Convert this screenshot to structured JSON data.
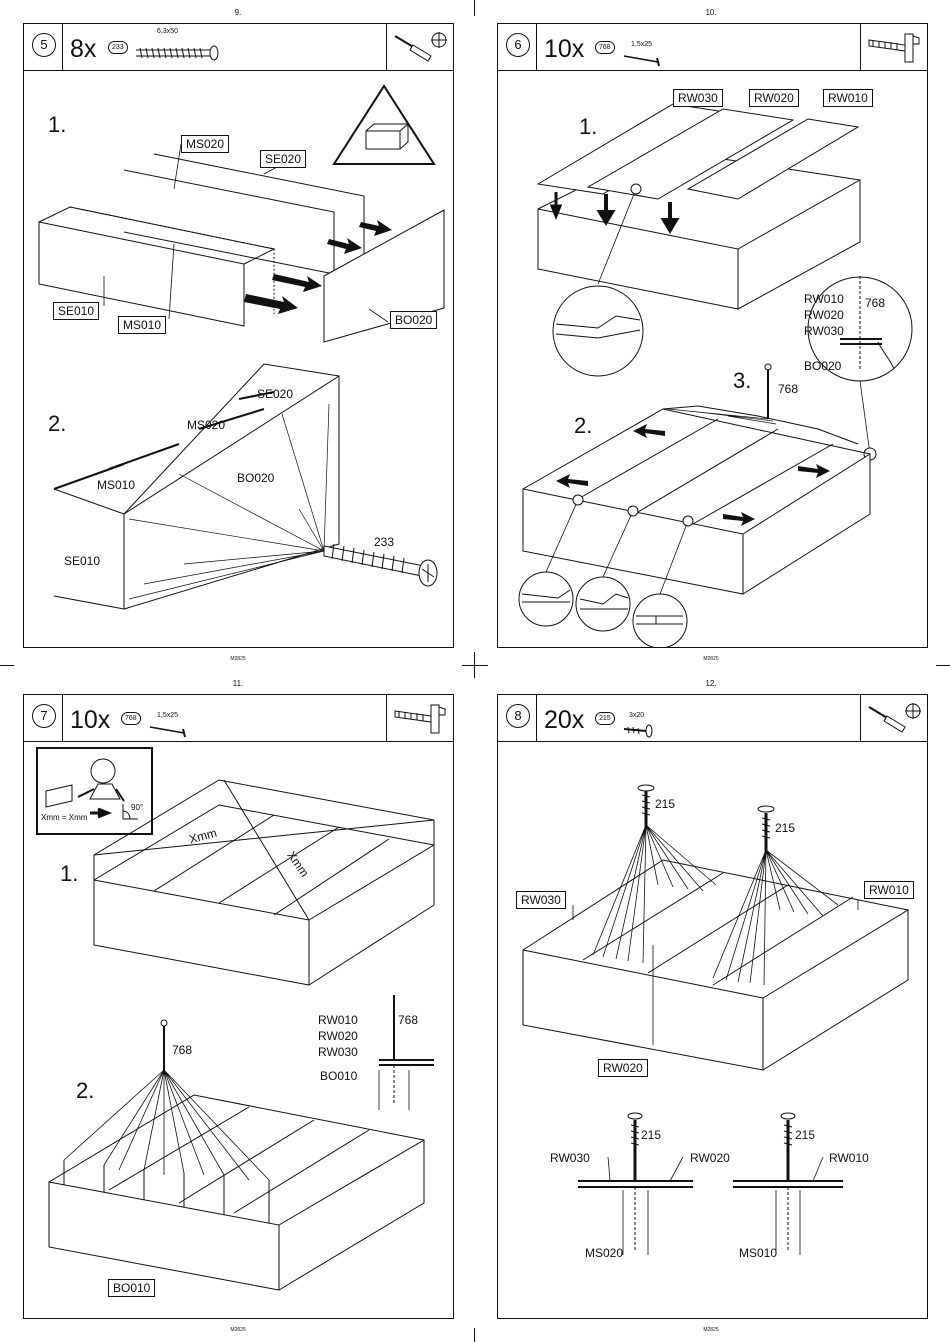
{
  "page_numbers": [
    "9.",
    "10.",
    "11.",
    "12."
  ],
  "footer_code": "M2825",
  "steps": [
    {
      "number": "5",
      "quantity": "8x",
      "part": "233",
      "size": "6,3x50",
      "substeps": [
        "1.",
        "2."
      ],
      "fig1_labels": {
        "ms020": "MS020",
        "se020": "SE020",
        "se010": "SE010",
        "ms010": "MS010",
        "bo020": "BO020"
      },
      "fig2_labels": {
        "se020": "SE020",
        "ms020": "MS020",
        "ms010": "MS010",
        "bo020": "BO020",
        "se010": "SE010",
        "part": "233"
      },
      "tool": "screwdriver-icon"
    },
    {
      "number": "6",
      "quantity": "10x",
      "part": "768",
      "size": "1,5x25",
      "substeps": [
        "1.",
        "2.",
        "3."
      ],
      "fig1_labels": {
        "rw030": "RW030",
        "rw020": "RW020",
        "rw010": "RW010"
      },
      "detail": {
        "rw010": "RW010",
        "part": "768",
        "rw020": "RW020",
        "rw030": "RW030",
        "bo020": "BO020"
      },
      "nail_label": "768",
      "tool": "hammer-icon"
    },
    {
      "number": "7",
      "quantity": "10x",
      "part": "768",
      "size": "1,5x25",
      "substeps": [
        "1.",
        "2."
      ],
      "hint": {
        "equal": "Xmm = Xmm",
        "angle": "90°"
      },
      "diag_labels": [
        "Xmm",
        "Xmm"
      ],
      "detail": {
        "rw010": "RW010",
        "part": "768",
        "rw020": "RW020",
        "rw030": "RW030",
        "bo010": "BO010"
      },
      "nail_label": "768",
      "panel_label": "BO010",
      "tool": "hammer-icon"
    },
    {
      "number": "8",
      "quantity": "20x",
      "part": "215",
      "size": "3x20",
      "screw_labels": [
        "215",
        "215"
      ],
      "panel_labels": {
        "rw030": "RW030",
        "rw010": "RW010",
        "rw020": "RW020"
      },
      "detail_left": {
        "screw": "215",
        "rw030": "RW030",
        "rw020": "RW020",
        "ms020": "MS020"
      },
      "detail_right": {
        "screw": "215",
        "rw010": "RW010",
        "ms010": "MS010"
      },
      "tool": "screwdriver-icon"
    }
  ]
}
